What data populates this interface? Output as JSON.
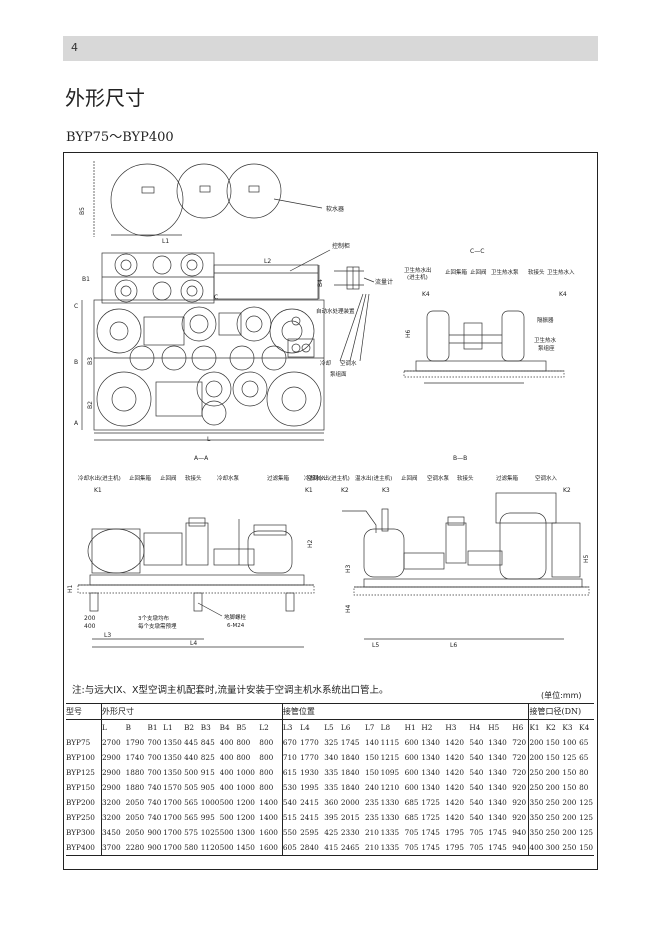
{
  "page_number": "4",
  "title": "外形尺寸",
  "model_range": "BYP75～BYP400",
  "labels": {
    "softener": "软水器",
    "control_cabinet": "控制柜",
    "flowmeter": "流量计",
    "auto_treatment": "自动水处理装置",
    "cooling_water": "冷却",
    "ac_water": "空调水",
    "pump_group": "泵组面",
    "section_cc": "C—C",
    "section_aa": "A—A",
    "section_bb": "B—B",
    "hot_water_out_1": "卫生热水出",
    "hot_water_out_2": "(进主机)",
    "header_stop": "止回集箱",
    "check_valve": "止回阀",
    "hot_water_pump": "卫生热水泵",
    "soft_joint": "软接头",
    "hot_water_in": "卫生热水入",
    "insulator": "隔振器",
    "hot_water_pump_base_1": "卫生热水",
    "hot_water_pump_base_2": "泵组座",
    "cool_out": "冷却水出(进主机)",
    "header_collect": "止回集箱",
    "check_valve_a": "止回阀",
    "soft_joint_a": "软接头",
    "cooling_pump": "冷却水泵",
    "filter_header": "过滤集箱",
    "cooling_in": "冷却水入",
    "ac_out": "空调水出(进主机)",
    "warm_out": "温水出(进主机)",
    "check_valve_b": "止回阀",
    "ac_pump": "空调水泵",
    "soft_joint_b": "软接头",
    "filter_header_b": "过滤集箱",
    "ac_in": "空调水入",
    "supports_note_1": "3个支墩均布",
    "supports_note_2": "每个支墩需预埋",
    "anchor": "地脚螺栓",
    "anchor_size": "6-M24",
    "k1": "K1",
    "k2": "K2",
    "k3": "K3",
    "k4": "K4",
    "L": "L",
    "L1": "L1",
    "L2": "L2",
    "L3": "L3",
    "L4": "L4",
    "L5": "L5",
    "L6": "L6",
    "B": "B",
    "B1": "B1",
    "B2": "B2",
    "B3": "B3",
    "B4": "B4",
    "B5": "B5",
    "H1": "H1",
    "H2": "H2",
    "H3": "H3",
    "H4": "H4",
    "H5": "H5",
    "H6": "H6",
    "A": "A",
    "C": "C",
    "dim200": "200",
    "dim400": "400"
  },
  "note": "注:与远大IX、X型空调主机配套时,流量计安装于空调主机水系统出口管上。",
  "unit": "(单位:mm)",
  "table": {
    "group_headers": [
      "型号",
      "外形尺寸",
      "接管位置",
      "接管口径(DN)"
    ],
    "sub_headers": [
      "L",
      "B",
      "B1",
      "L1",
      "B2",
      "B3",
      "B4",
      "B5",
      "L2",
      "L3",
      "L4",
      "L5",
      "L6",
      "L7",
      "L8",
      "H1",
      "H2",
      "H3",
      "H4",
      "H5",
      "H6",
      "K1",
      "K2",
      "K3",
      "K4"
    ],
    "rows": [
      [
        "BYP75",
        "2700",
        "1790",
        "700",
        "1350",
        "445",
        "845",
        "400",
        "800",
        "800",
        "670",
        "1770",
        "325",
        "1745",
        "140",
        "1115",
        "600",
        "1340",
        "1420",
        "540",
        "1340",
        "720",
        "200",
        "150",
        "100",
        "65"
      ],
      [
        "BYP100",
        "2900",
        "1740",
        "700",
        "1350",
        "440",
        "825",
        "400",
        "800",
        "800",
        "710",
        "1770",
        "340",
        "1840",
        "150",
        "1215",
        "600",
        "1340",
        "1420",
        "540",
        "1340",
        "720",
        "200",
        "150",
        "125",
        "65"
      ],
      [
        "BYP125",
        "2900",
        "1880",
        "700",
        "1350",
        "500",
        "915",
        "400",
        "1000",
        "800",
        "615",
        "1930",
        "335",
        "1840",
        "150",
        "1095",
        "600",
        "1340",
        "1420",
        "540",
        "1340",
        "720",
        "250",
        "200",
        "150",
        "80"
      ],
      [
        "BYP150",
        "2900",
        "1880",
        "740",
        "1570",
        "505",
        "905",
        "400",
        "1000",
        "800",
        "530",
        "1995",
        "335",
        "1840",
        "240",
        "1210",
        "600",
        "1340",
        "1420",
        "540",
        "1340",
        "920",
        "250",
        "200",
        "150",
        "80"
      ],
      [
        "BYP200",
        "3200",
        "2050",
        "740",
        "1700",
        "565",
        "1000",
        "500",
        "1200",
        "1400",
        "540",
        "2415",
        "360",
        "2000",
        "235",
        "1330",
        "685",
        "1725",
        "1420",
        "540",
        "1340",
        "920",
        "350",
        "250",
        "200",
        "125"
      ],
      [
        "BYP250",
        "3200",
        "2050",
        "740",
        "1700",
        "565",
        "995",
        "500",
        "1200",
        "1400",
        "515",
        "2415",
        "395",
        "2015",
        "235",
        "1330",
        "685",
        "1725",
        "1420",
        "540",
        "1340",
        "920",
        "350",
        "250",
        "200",
        "125"
      ],
      [
        "BYP300",
        "3450",
        "2050",
        "900",
        "1700",
        "575",
        "1025",
        "500",
        "1300",
        "1600",
        "550",
        "2595",
        "425",
        "2330",
        "210",
        "1335",
        "705",
        "1745",
        "1795",
        "705",
        "1745",
        "940",
        "350",
        "250",
        "200",
        "125"
      ],
      [
        "BYP400",
        "3700",
        "2280",
        "900",
        "1700",
        "580",
        "1120",
        "500",
        "1450",
        "1600",
        "605",
        "2840",
        "415",
        "2465",
        "210",
        "1335",
        "705",
        "1745",
        "1795",
        "705",
        "1745",
        "940",
        "400",
        "300",
        "250",
        "150"
      ]
    ]
  }
}
